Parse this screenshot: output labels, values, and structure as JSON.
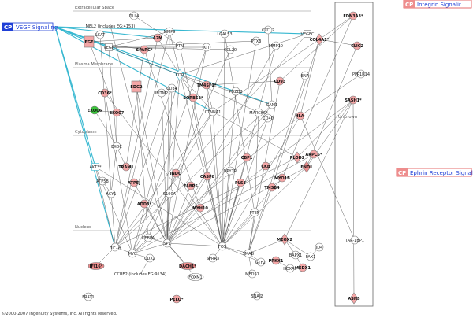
{
  "regions": {
    "extracellular": "Extracellular Space",
    "plasma": "Plasma Membrane",
    "cytoplasm": "Cytoplasm",
    "nucleus": "Nucleus",
    "unknown": "Unknown"
  },
  "canonical_pathways": {
    "vegf": {
      "badge": "CP",
      "label": "VEGF Signaling",
      "color": "#1f3fd6"
    },
    "integrin": {
      "badge": "CP",
      "label": "Integrin Signalir",
      "color": "#1f3fd6"
    },
    "ephrin": {
      "badge": "CP",
      "label": "Ephrin Receptor Signalir",
      "color": "#1f3fd6"
    }
  },
  "colors": {
    "cp_line": "#35b7d0",
    "edge": "#555555",
    "node_up": "#f4a6a6",
    "node_up_strong": "#ee8d8d",
    "node_green": "#3cc83c",
    "node_white": "#ffffff"
  },
  "nodes": {
    "DLL4": "DLL4",
    "MEL2": "MEL2 (includes EG:4153)",
    "LCAT": "LCAT",
    "A2M": "A2M",
    "FGF": "FGF",
    "VEGF": "VEGF",
    "SPARC": "SPARC*",
    "MMP9": "MMP9",
    "LGALS3": "LGALS3",
    "CXCL2": "CXCL2",
    "VEGFC": "VEGFC",
    "PTN": "PTN",
    "KIT": "KIT",
    "CCL20": "CCL20",
    "PTX3": "PTX3",
    "MMP10": "MMP10",
    "COL4A1": "COL4A1*",
    "EDN3": "EDN3A3*",
    "CLIC2": "CLIC2",
    "PPP1R14": "PPP1R14",
    "SASH1": "SASH1*",
    "CD36": "CD36*",
    "EDG2": "EDG2",
    "IFITM2": "IFITM2",
    "CD34": "CD34",
    "SORBS2": "SORBS2*",
    "TM4SF1": "TM4SF1*",
    "PDZD2": "PDZD2",
    "CD93": "CD93",
    "CTNNA1": "CTNNA1",
    "CAM1": "CAM1",
    "MARCKS": "MARCKS*",
    "HLA": "HLA-",
    "KDR": "KDR",
    "ENA": "ENA",
    "CD40": "CD40",
    "EXOC6": "EXOC6",
    "EXOC7": "EXOC7",
    "EXOC": "EXOC",
    "TRAM1": "TRAM1",
    "AKT3": "AKT3*",
    "ATP5B": "ATP5B",
    "ACY1": "ACY1",
    "ATP5J": "ATP5J",
    "ADD3": "ADD3*",
    "INDO": "INDO",
    "FABP5": "FABP5",
    "CASP8": "CASP8",
    "PLS3": "PLS3",
    "CBP1": "CBP1",
    "CKB": "CKB",
    "NPY1R": "NPY1R",
    "TMSB4": "TMSB4",
    "MYO1B": "MYO1B",
    "PLOD2": "PLOD2",
    "END1": "END1",
    "ARPC5": "ARPC5*",
    "S100A": "S100A",
    "MYH10": "MYH10",
    "PTEN": "PTEN",
    "HIF1A": "HIF1A",
    "IFI16": "IFI16*",
    "MYC": "MYC",
    "CEBPA": "CEBPA",
    "SP1": "SP1",
    "CDX2": "CDX2",
    "CCBE2": "CCBE2 (includes EG:9134)",
    "DACH1": "DACH1*",
    "FOXM1": "FOXM1",
    "FOS": "FOS",
    "SMAD": "SMAD",
    "SPRR": "SPRR3",
    "GTF2I": "GTF2I",
    "MEDS1": "MEDS1",
    "PRKX1": "PRKX1",
    "HOXA9": "HOXA9",
    "MEOX2": "MEOX2",
    "BAPX1": "BAPX1",
    "PAX1": "PAX1",
    "ID4": "ID4",
    "MEDX1": "MEDX1",
    "FRAT1": "FRAT1",
    "PELO": "PELO*",
    "SNAI2": "SNAI2",
    "ASNS": "ASNS",
    "TARBP1": "TAR-1BP1"
  },
  "copyright": "©2000-2007 Ingenuity Systems, Inc. All rights reserved."
}
